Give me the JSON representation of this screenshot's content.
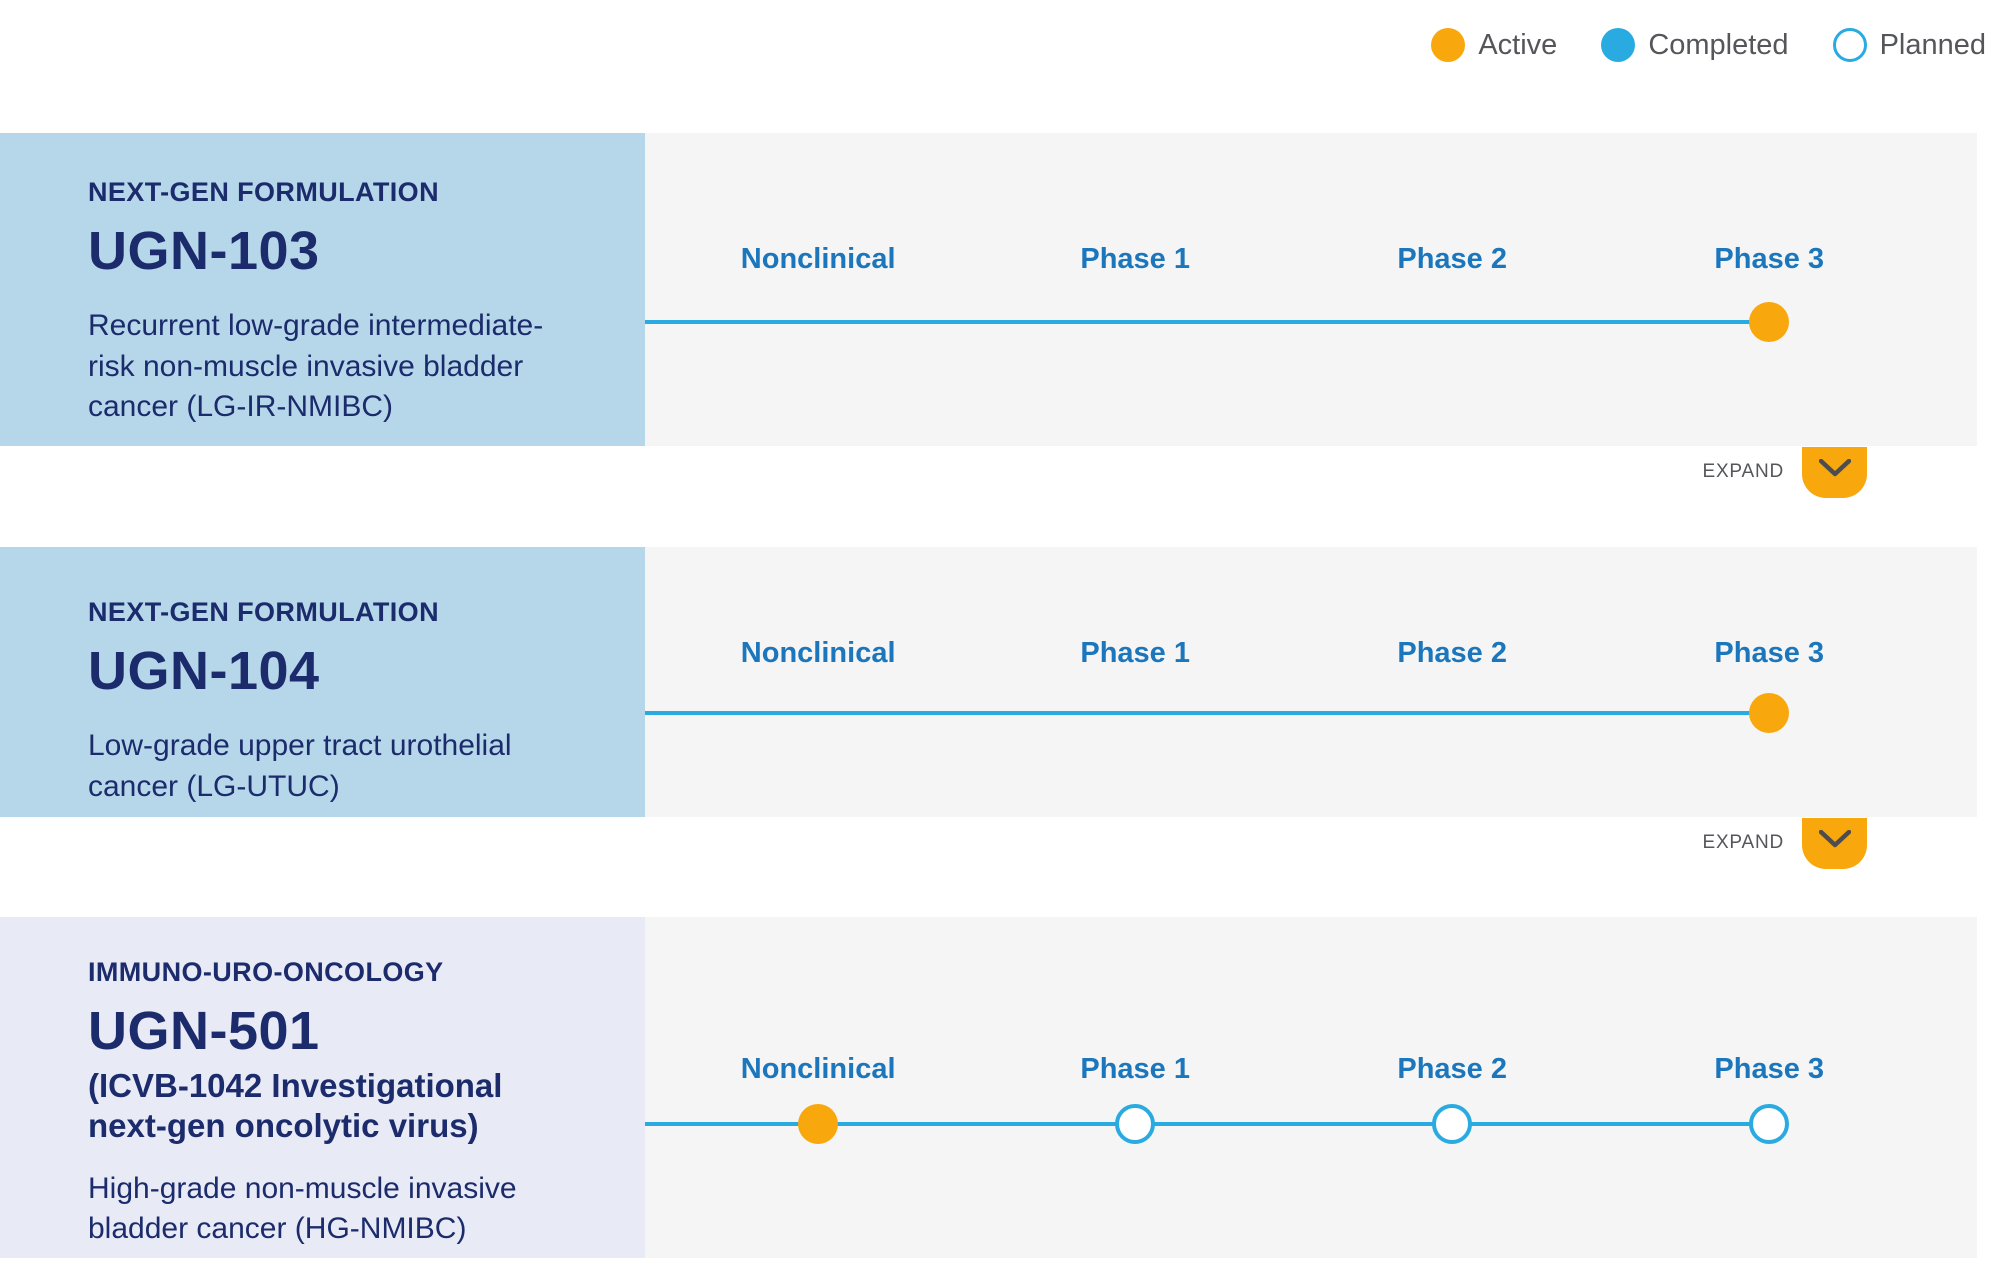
{
  "legend": {
    "items": [
      {
        "label": "Active",
        "status": "active"
      },
      {
        "label": "Completed",
        "status": "completed"
      },
      {
        "label": "Planned",
        "status": "planned"
      }
    ]
  },
  "phases": [
    "Nonclinical",
    "Phase 1",
    "Phase 2",
    "Phase 3"
  ],
  "expand_label": "EXPAND",
  "colors": {
    "active": "#F8A70D",
    "completed": "#29ABE2",
    "planned_border": "#29ABE2",
    "track_line": "#29ABE2",
    "phase_label": "#1B76BC",
    "navy": "#1B2B6B",
    "card_blue": "#B6D7EA",
    "card_lavender": "#E8EAF6",
    "track_bg": "#F5F5F5",
    "legend_text": "#55565A"
  },
  "programs": [
    {
      "category": "NEXT-GEN FORMULATION",
      "name": "UGN-103",
      "subtitle": "",
      "indication": "Recurrent low-grade intermediate-risk non-muscle invasive bladder cancer (LG-IR-NMIBC)",
      "expandable": true,
      "milestones": [
        {
          "phase": "Phase 3",
          "status": "active"
        }
      ]
    },
    {
      "category": "NEXT-GEN FORMULATION",
      "name": "UGN-104",
      "subtitle": "",
      "indication": "Low-grade upper tract urothelial cancer (LG-UTUC)",
      "expandable": true,
      "milestones": [
        {
          "phase": "Phase 3",
          "status": "active"
        }
      ]
    },
    {
      "category": "IMMUNO-URO-ONCOLOGY",
      "name": "UGN-501",
      "subtitle": "(ICVB-1042 Investigational next-gen oncolytic virus)",
      "indication": "High-grade non-muscle invasive bladder cancer (HG-NMIBC)",
      "expandable": false,
      "milestones": [
        {
          "phase": "Nonclinical",
          "status": "active"
        },
        {
          "phase": "Phase 1",
          "status": "planned"
        },
        {
          "phase": "Phase 2",
          "status": "planned"
        },
        {
          "phase": "Phase 3",
          "status": "planned"
        }
      ]
    }
  ]
}
